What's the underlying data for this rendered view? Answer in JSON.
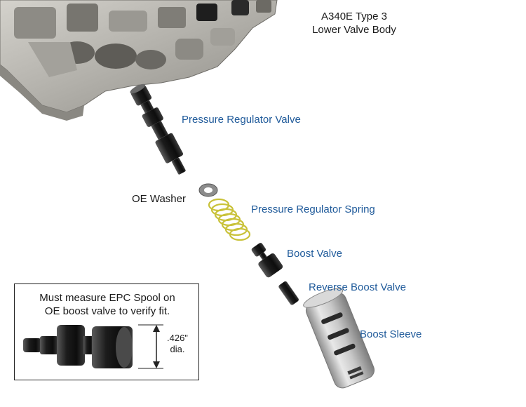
{
  "title": {
    "line1": "A340E Type 3",
    "line2": "Lower Valve Body"
  },
  "parts": {
    "pressure_regulator_valve": "Pressure Regulator Valve",
    "oe_washer": "OE Washer",
    "pressure_regulator_spring": "Pressure Regulator Spring",
    "boost_valve": "Boost Valve",
    "reverse_boost_valve": "Reverse Boost Valve",
    "boost_sleeve": "Boost Sleeve"
  },
  "inset": {
    "note_line1": "Must measure EPC Spool on",
    "note_line2": "OE boost valve to verify fit.",
    "dimension_value": ".426\"",
    "dimension_unit": "dia."
  },
  "colors": {
    "label_blue": "#1f5a9a",
    "label_black": "#1a1a1a",
    "spring_yellow": "#d8d23a",
    "casting_gray": "#b9b7b1"
  }
}
